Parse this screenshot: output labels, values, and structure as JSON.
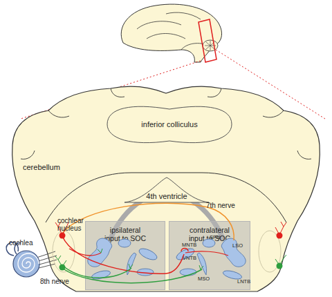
{
  "diagram": {
    "nodes": [
      {
        "text": [
          "inferior colliculus"
        ]
      },
      {
        "text": [
          "4th ventricle"
        ]
      },
      {
        "text": [
          "ipsilateral input to SOC"
        ]
      },
      {
        "text": [
          "contralateral input to SOC"
        ]
      }
    ],
    "labels": [
      "cerebellum",
      "7th nerve",
      "cochlear nucleus",
      "cochlea",
      "8th nerve",
      "MNTB",
      "SPN",
      "VNTB",
      "MSO",
      "LSO",
      "LNTB"
    ]
  }
}
